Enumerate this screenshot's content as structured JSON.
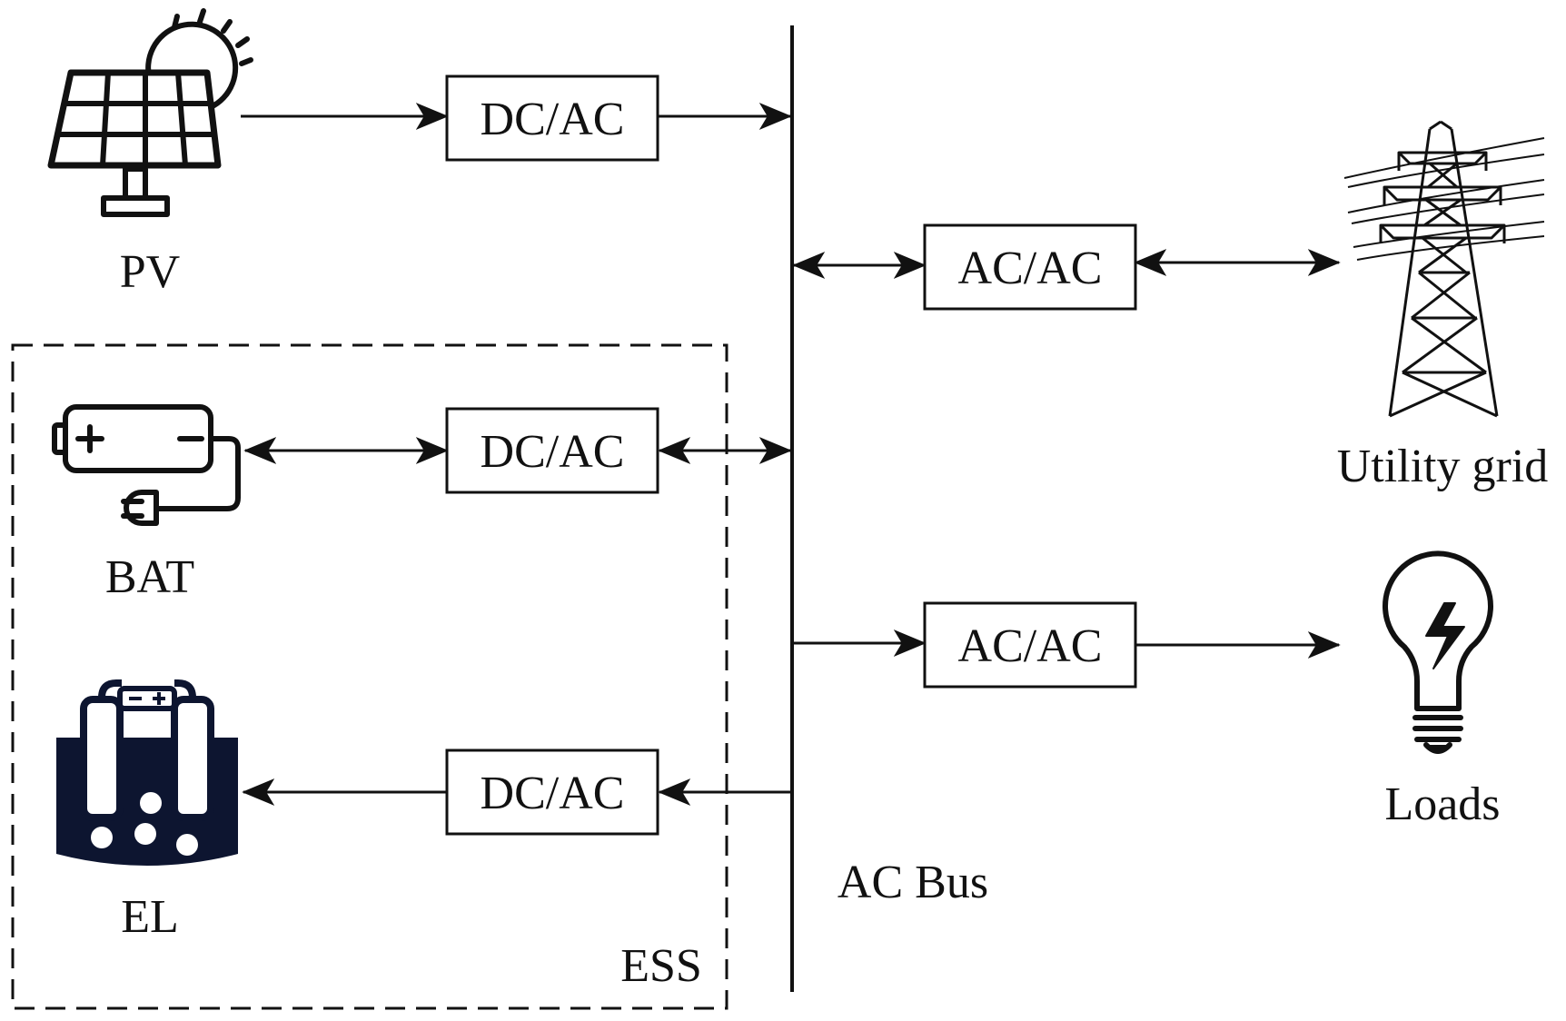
{
  "bus": {
    "label": "AC Bus"
  },
  "ess": {
    "label": "ESS"
  },
  "sources": {
    "pv": {
      "label": "PV",
      "icon": "solar-panel-icon"
    },
    "bat": {
      "label": "BAT",
      "icon": "battery-icon"
    },
    "el": {
      "label": "EL",
      "icon": "electrolyzer-icon"
    }
  },
  "sinks": {
    "grid": {
      "label": "Utility grid",
      "icon": "transmission-tower-icon"
    },
    "loads": {
      "label": "Loads",
      "icon": "light-bulb-icon"
    }
  },
  "converters": {
    "pv": {
      "label": "DC/AC",
      "flow": "to-bus"
    },
    "bat": {
      "label": "DC/AC",
      "flow": "bidirectional"
    },
    "el": {
      "label": "DC/AC",
      "flow": "from-bus"
    },
    "grid": {
      "label": "AC/AC",
      "flow": "bidirectional"
    },
    "loads": {
      "label": "AC/AC",
      "flow": "from-bus"
    }
  },
  "colors": {
    "line": "#111111",
    "electrolyzer_fill": "#0d1530"
  }
}
